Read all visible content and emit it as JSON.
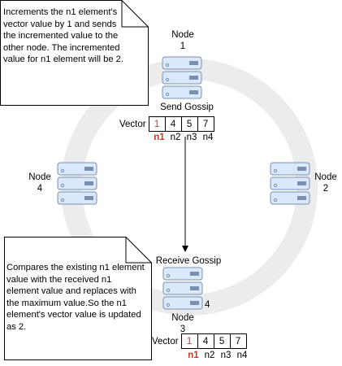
{
  "notes": {
    "send": "Increments the n1 element's vector value by 1 and sends the incremented value to the other node. The incremented value for n1 element will be 2.",
    "receive": "Compares the existing n1 element value with the received n1 element value and replaces with the maximum value.So the n1 element's vector value is updated as 2."
  },
  "nodes": {
    "node1": "Node\n1",
    "node2": "Node\n2",
    "node3": "Node\n3",
    "node4": "Node\n4",
    "node3_side_label": "4"
  },
  "send_gossip": {
    "title": "Send Gossip",
    "vector_label": "Vector",
    "values": [
      "1",
      "4",
      "5",
      "7"
    ],
    "names": [
      "n1",
      "n2",
      "n3",
      "n4"
    ]
  },
  "receive_gossip": {
    "title": "Receive Gossip",
    "vector_label": "Vector",
    "values": [
      "1",
      "4",
      "5",
      "7"
    ],
    "names": [
      "n1",
      "n2",
      "n3",
      "n4"
    ]
  },
  "colors": {
    "ring": "#ececec",
    "highlight": "#d0332c",
    "server_fill": "#dae8fc",
    "server_stroke": "#7a8fb0"
  }
}
